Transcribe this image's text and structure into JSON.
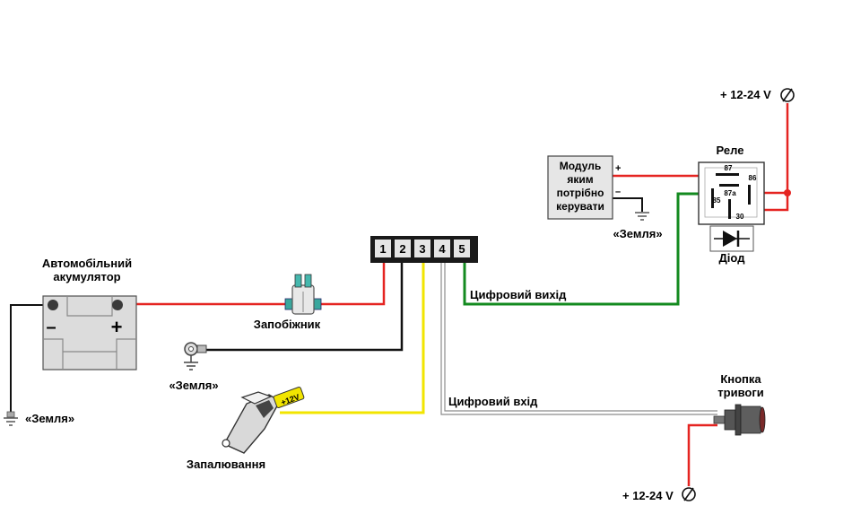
{
  "labels": {
    "battery": [
      "Автомобільний",
      "акумулятор"
    ],
    "battery_minus": "–",
    "battery_plus": "+",
    "ground": "«Земля»",
    "fuse": "Запобіжник",
    "ignition": "Запалювання",
    "ignition_tag": "+12V",
    "digital_out": "Цифровий вихід",
    "digital_in": "Цифровий вхід",
    "supply": "+ 12-24 V",
    "relay": "Реле",
    "diode": "Діод",
    "module": [
      "Модуль",
      "яким",
      "потрібно",
      "керувати"
    ],
    "module_plus": "+",
    "module_minus": "–",
    "panic_button": [
      "Кнопка",
      "тривоги"
    ]
  },
  "terminal_pins": [
    "1",
    "2",
    "3",
    "4",
    "5"
  ],
  "relay_pins": {
    "p87": "87",
    "p87a": "87a",
    "p86": "86",
    "p85": "85",
    "p30": "30"
  },
  "colors": {
    "red": "#e52421",
    "black": "#111111",
    "yellow": "#f2e500",
    "green": "#138a1f",
    "gray": "#8c8c8c"
  }
}
